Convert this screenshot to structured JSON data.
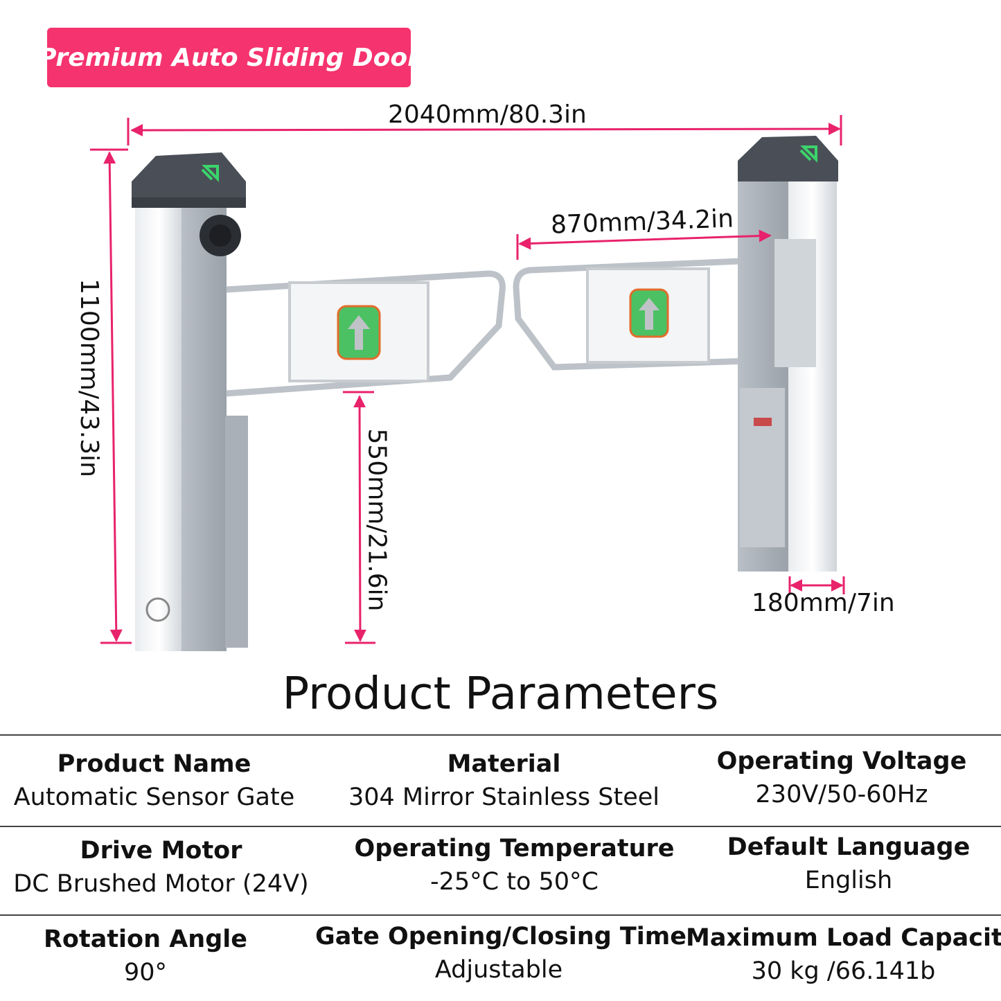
{
  "banner": {
    "text": "Premium Auto Sliding Door",
    "color": "#f5336e"
  },
  "dimensions": {
    "total_width": "2040mm/80.3in",
    "arm_length": "870mm/34.2in",
    "height": "1100mm/43.3in",
    "clearance": "550mm/21.6in",
    "post_width": "180mm/7in",
    "line_color": "#e8226b"
  },
  "section_title": "Product Parameters",
  "parameters": [
    {
      "label": "Product Name",
      "value": "Automatic Sensor Gate"
    },
    {
      "label": "Material",
      "value": "304 Mirror Stainless Steel"
    },
    {
      "label": "Operating Voltage",
      "value": "230V/50-60Hz"
    },
    {
      "label": "Drive Motor",
      "value": "DC Brushed Motor (24V)"
    },
    {
      "label": "Operating Temperature",
      "value": "-25°C to 50°C"
    },
    {
      "label": "Default Language",
      "value": "English"
    },
    {
      "label": "Rotation Angle",
      "value": "90°"
    },
    {
      "label": "Gate Opening/Closing Time",
      "value": "Adjustable"
    },
    {
      "label": "Maximum Load Capacity",
      "value": "30 kg /66.141b"
    }
  ]
}
